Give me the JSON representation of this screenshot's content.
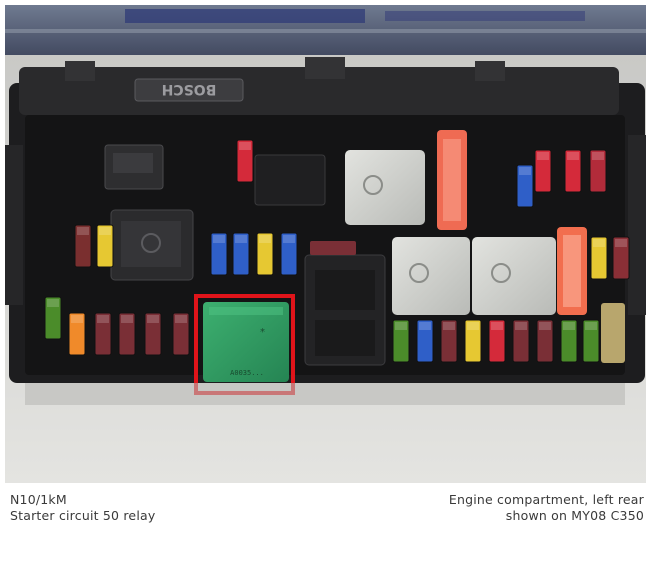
{
  "photo": {
    "brand_label": "BOSCH",
    "highlight_color": "#e0141a",
    "relay_color": "#2f9a5e",
    "relay_part_number": "A0035..."
  },
  "caption": {
    "left_line1": "N10/1kM",
    "left_line2": "Starter circuit 50 relay",
    "right_line1": "Engine compartment, left rear",
    "right_line2": "shown on MY08 C350"
  }
}
